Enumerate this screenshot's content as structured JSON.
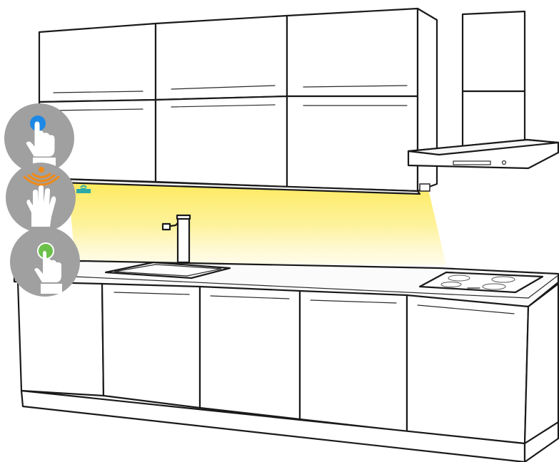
{
  "palette": {
    "light_glow": "#fde955",
    "light_fade": "#fff9d6",
    "badge_grey": "#a0a0a0",
    "touch_blue": "#1e88e5",
    "wave_orange": "#f08a18",
    "touch_green": "#6cc04a",
    "sensor_teal": "#2aa9a8"
  },
  "controls": [
    {
      "id": "touch",
      "icon": "touch-on-icon",
      "accent": "#1e88e5"
    },
    {
      "id": "wave",
      "icon": "hand-wave-sensor-icon",
      "accent": "#f08a18"
    },
    {
      "id": "press",
      "icon": "touch-dim-icon",
      "accent": "#6cc04a"
    }
  ],
  "scene_objects": [
    "wall-cabinets",
    "range-hood",
    "under-cabinet-led-light",
    "sink",
    "faucet",
    "cooktop",
    "base-cabinets"
  ]
}
